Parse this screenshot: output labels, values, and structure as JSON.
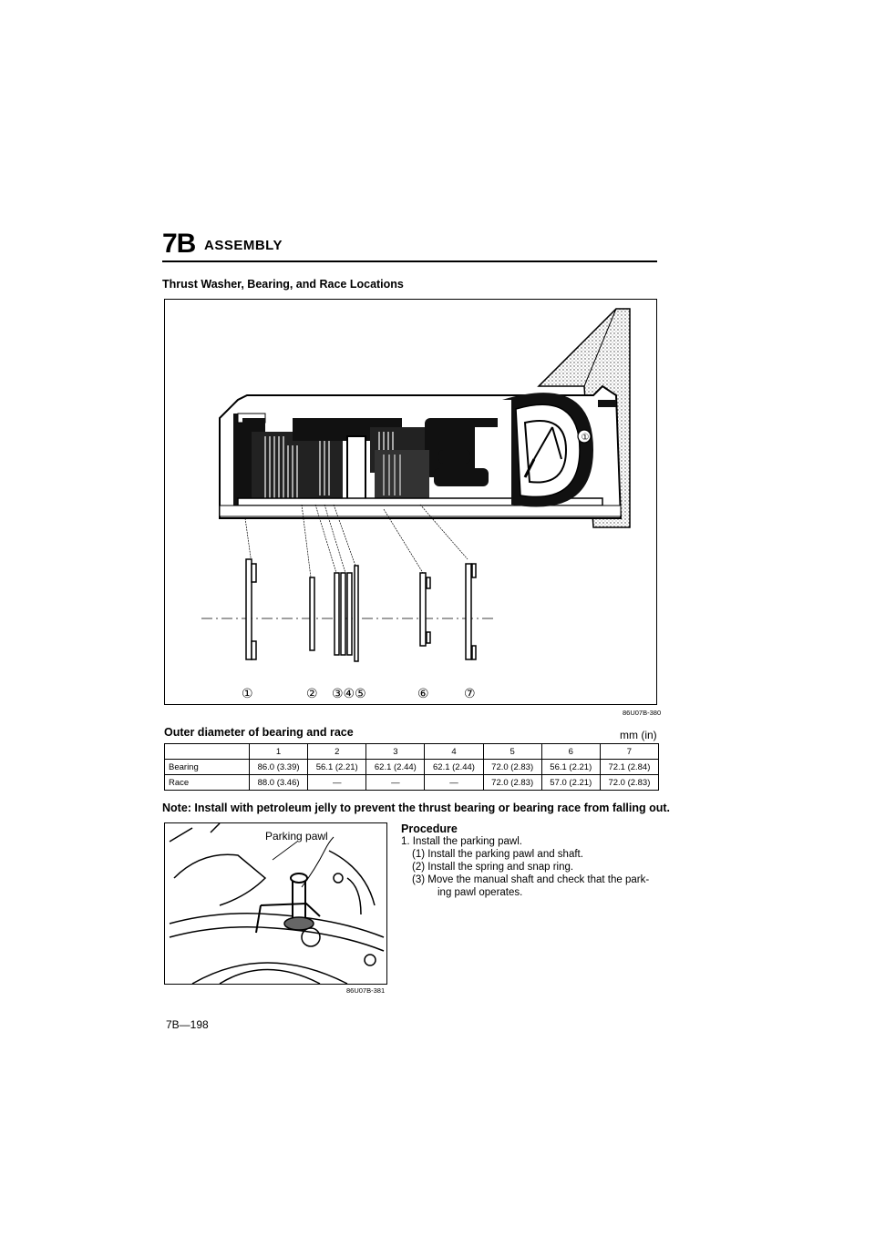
{
  "header": {
    "section_code": "7B",
    "section_title": "ASSEMBLY"
  },
  "section_title": "Thrust Washer, Bearing, and Race Locations",
  "figure1": {
    "code": "86U07B-380",
    "callouts": [
      "①",
      "②",
      "③④⑤",
      "⑥",
      "⑦"
    ],
    "inner_label": "①"
  },
  "table": {
    "title": "Outer diameter of bearing and race",
    "unit": "mm (in)",
    "columns": [
      "",
      "1",
      "2",
      "3",
      "4",
      "5",
      "6",
      "7"
    ],
    "rows": [
      {
        "label": "Bearing",
        "values": [
          "86.0 (3.39)",
          "56.1 (2.21)",
          "62.1 (2.44)",
          "62.1 (2.44)",
          "72.0 (2.83)",
          "56.1 (2.21)",
          "72.1 (2.84)"
        ]
      },
      {
        "label": "Race",
        "values": [
          "88.0 (3.46)",
          "—",
          "—",
          "—",
          "72.0 (2.83)",
          "57.0 (2.21)",
          "72.0 (2.83)"
        ]
      }
    ]
  },
  "note": "Note: Install with petroleum jelly to prevent the thrust bearing or bearing race from falling out.",
  "figure2": {
    "label": "Parking pawl",
    "code": "86U07B-381"
  },
  "procedure": {
    "heading": "Procedure",
    "step1": "1. Install the parking pawl.",
    "sub1": "(1) Install the parking pawl and shaft.",
    "sub2": "(2) Install the spring and snap ring.",
    "sub3_line1": "(3) Move the manual shaft and check that the park-",
    "sub3_line2": "ing pawl operates."
  },
  "page_number": "7B—198"
}
